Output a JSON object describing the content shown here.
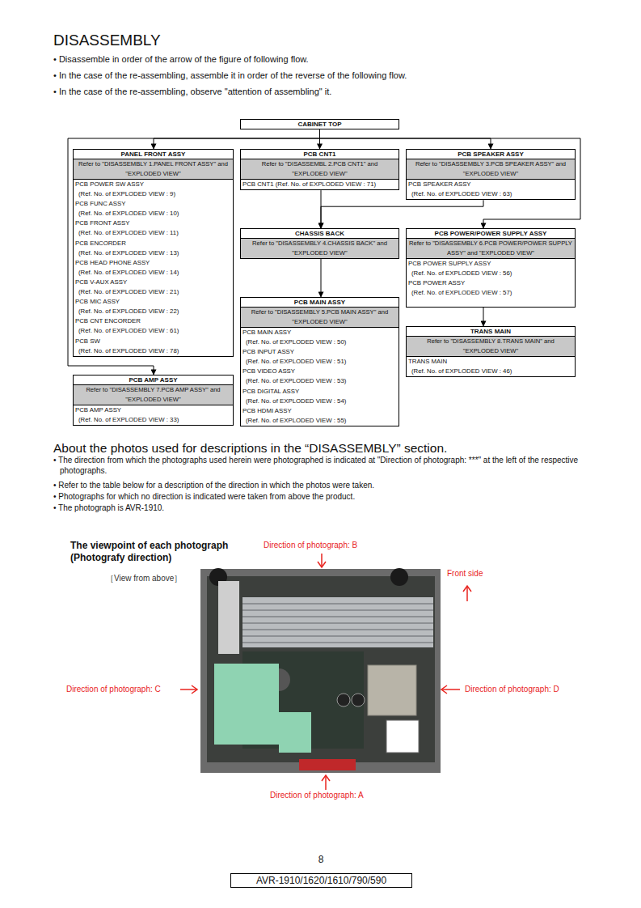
{
  "diagram": {
    "title": "DISASSEMBLY",
    "nodes": [
      {
        "text": [
          "CABINET TOP"
        ]
      },
      {
        "text": [
          "PANEL FRONT ASSY",
          "Refer to \"DISASSEMBLY 1.PANEL FRONT ASSY\" and \"EXPLODED VIEW\"",
          "PCB POWER SW ASSY",
          "(Ref. No. of EXPLODED VIEW : 9)",
          "PCB FUNC ASSY",
          "(Ref. No. of EXPLODED VIEW : 10)",
          "PCB FRONT ASSY",
          "(Ref. No. of EXPLODED VIEW : 11)",
          "PCB ENCORDER",
          "(Ref. No. of EXPLODED VIEW : 13)",
          "PCB HEAD PHONE ASSY",
          "(Ref. No. of EXPLODED VIEW : 14)",
          "PCB V-AUX ASSY",
          "(Ref. No. of EXPLODED VIEW : 21)",
          "PCB MIC ASSY",
          "(Ref. No. of EXPLODED VIEW : 22)",
          "PCB CNT ENCORDER",
          "(Ref. No. of EXPLODED VIEW : 61)",
          "PCB SW",
          "(Ref. No. of EXPLODED VIEW : 78)"
        ]
      },
      {
        "text": [
          "PCB CNT1",
          "Refer to \"DISASSEMBL 2.PCB CNT1\" and \"EXPLODED VIEW\"",
          "PCB CNT1 (Ref. No. of EXPLODED VIEW : 71)"
        ]
      },
      {
        "text": [
          "PCB SPEAKER ASSY",
          "Refer to \"DISASSEMBLY 3.PCB SPEAKER ASSY\" and \"EXPLODED VIEW\"",
          "PCB SPEAKER ASSY",
          "(Ref. No. of EXPLODED VIEW : 63)"
        ]
      },
      {
        "text": [
          "CHASSIS BACK",
          "Refer to \"DISASSEMBLY 4.CHASSIS BACK\" and \"EXPLODED VIEW\""
        ]
      },
      {
        "text": [
          "PCB POWER/POWER SUPPLY ASSY",
          "Refer to \"DISASSEMBLY 6.PCB POWER/POWER SUPPLY ASSY\" and \"EXPLODED VIEW\"",
          "PCB POWER SUPPLY ASSY",
          "(Ref. No. of EXPLODED VIEW : 56)",
          "PCB POWER ASSY",
          "(Ref. No. of EXPLODED VIEW : 57)"
        ]
      },
      {
        "text": [
          "PCB MAIN ASSY",
          "Refer to \"DISASSEMBLY 5.PCB MAIN ASSY\" and \"EXPLODED VIEW\"",
          "PCB MAIN ASSY",
          "(Ref. No. of EXPLODED VIEW : 50)",
          "PCB INPUT ASSY",
          "(Ref. No. of EXPLODED VIEW : 51)",
          "PCB VIDEO ASSY",
          "(Ref. No. of EXPLODED VIEW : 53)",
          "PCB DIGITAL ASSY",
          "(Ref. No. of EXPLODED VIEW : 54)",
          "PCB HDMI ASSY",
          "(Ref. No. of EXPLODED VIEW : 55)"
        ]
      },
      {
        "text": [
          "TRANS MAIN",
          "Refer to \"DISASSEMBLY 8.TRANS MAIN\" and \"EXPLODED VIEW\"",
          "TRANS MAIN",
          "(Ref. No. of EXPLODED VIEW : 46)"
        ]
      },
      {
        "text": [
          "PCB AMP ASSY",
          "Refer to \"DISASSEMBLY 7.PCB AMP ASSY\" and \"EXPLODED VIEW\"",
          "PCB AMP ASSY",
          "(Ref. No. of EXPLODED VIEW : 33)"
        ]
      },
      {
        "text": [
          "AVR-1910/1620/1610/790/590"
        ]
      }
    ],
    "edges": [
      {
        "from": 0,
        "to": 1,
        "arrow": "to"
      },
      {
        "from": 0,
        "to": 2,
        "arrow": "to"
      },
      {
        "from": 0,
        "to": 3,
        "arrow": "to"
      },
      {
        "from": 0,
        "to": 8,
        "arrow": "to"
      },
      {
        "from": 0,
        "to": 5,
        "arrow": "to"
      },
      {
        "from": 2,
        "to": 4,
        "arrow": "to"
      },
      {
        "from": 3,
        "to": 4,
        "arrow": "to"
      },
      {
        "from": 4,
        "to": 6,
        "arrow": "to"
      },
      {
        "from": 5,
        "to": 7,
        "arrow": "to"
      }
    ],
    "labels": [
      "• Disassemble in order of the arrow of the figure of following flow.",
      "• In the case of the re-assembling, assemble it in order of the reverse of the following flow.",
      "• In the case of the re-assembling, observe \"attention of assembling\" it.",
      "About the photos used for descriptions in the “DISASSEMBLY” section.",
      "• The direction from which the photographs used herein were photographed is indicated at \"Direction of photograph: ***\" at the left of the respective photographs.",
      "• Refer to the table below for a description of the direction in which the photos were taken.",
      "• Photographs for which no direction is indicated were taken from above the product.",
      "• The photograph is AVR-1910.",
      "The viewpoint of each photograph (Photografy direction)",
      "［View from above］",
      "Direction of photograph: B",
      "Front side",
      "Direction of photograph: C",
      "Direction of photograph: D",
      "Direction of photograph: A",
      "8"
    ]
  }
}
